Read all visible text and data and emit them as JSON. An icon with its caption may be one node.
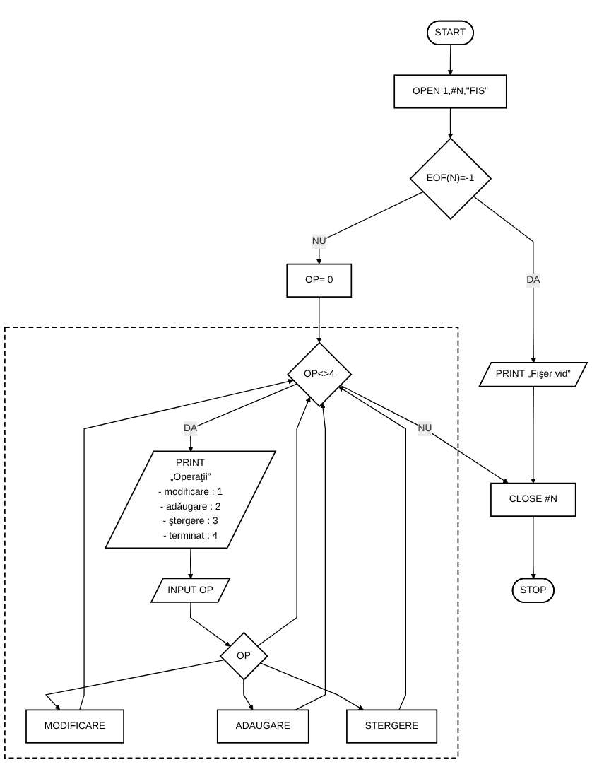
{
  "diagram": {
    "nodes": [
      {
        "text": [
          "START"
        ]
      },
      {
        "text": [
          "OPEN 1,#N,\"FIS\""
        ]
      },
      {
        "text": [
          "EOF(N)=-1"
        ]
      },
      {
        "text": [
          "PRINT „Fişer vid”"
        ]
      },
      {
        "text": [
          "OP= 0"
        ]
      },
      {
        "text": [],
        "shape": "box"
      },
      {
        "text": [
          "OP<>4"
        ],
        "in": 5
      },
      {
        "text": [
          "PRINT",
          "„Operaţii”",
          "- modificare : 1",
          "- adăugare : 2",
          "- ştergere : 3",
          "- terminat : 4"
        ],
        "in": 5
      },
      {
        "text": [
          "INPUT OP"
        ],
        "in": 5
      },
      {
        "text": [
          "OP"
        ],
        "in": 5
      },
      {
        "text": [
          "MODIFICARE"
        ],
        "in": 5
      },
      {
        "text": [
          "ADAUGARE"
        ],
        "in": 5
      },
      {
        "text": [
          "STERGERE"
        ],
        "in": 5
      },
      {
        "text": [
          "CLOSE #N"
        ]
      },
      {
        "text": [
          "STOP"
        ]
      }
    ],
    "edges": [
      {
        "from": 0,
        "to": 1,
        "arrow": "to"
      },
      {
        "from": 1,
        "to": 2,
        "arrow": "to"
      },
      {
        "from": 2,
        "to": 3,
        "label": "DA",
        "arrow": "to"
      },
      {
        "from": 2,
        "to": 4,
        "label": "NU",
        "arrow": "to"
      },
      {
        "from": 4,
        "to": 6,
        "arrow": "to"
      },
      {
        "from": 6,
        "to": 7,
        "label": "DA",
        "arrow": "to"
      },
      {
        "from": 7,
        "to": 8,
        "arrow": "to"
      },
      {
        "from": 8,
        "to": 9,
        "arrow": "to"
      },
      {
        "from": 9,
        "to": 10,
        "arrow": "to"
      },
      {
        "from": 9,
        "to": 11,
        "arrow": "to"
      },
      {
        "from": 9,
        "to": 12,
        "arrow": "to"
      },
      {
        "from": 9,
        "to": 6,
        "arrow": "to"
      },
      {
        "from": 10,
        "to": 6,
        "arrow": "to"
      },
      {
        "from": 11,
        "to": 6,
        "arrow": "to"
      },
      {
        "from": 12,
        "to": 6,
        "arrow": "to"
      },
      {
        "from": 6,
        "to": 13,
        "label": "NU",
        "arrow": "to"
      },
      {
        "from": 3,
        "to": 13,
        "arrow": "to"
      },
      {
        "from": 13,
        "to": 14,
        "arrow": "to"
      }
    ]
  }
}
